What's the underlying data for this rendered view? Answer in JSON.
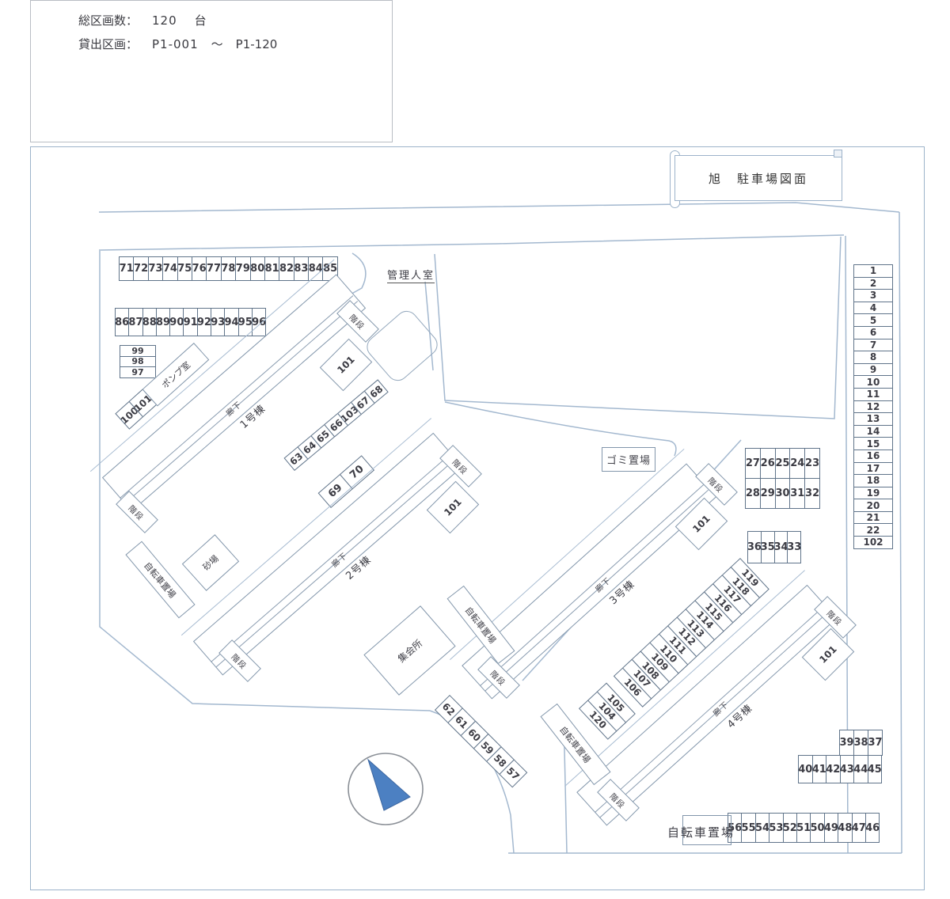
{
  "info": {
    "total_label": "総区画数：",
    "total_value": "120",
    "total_unit": "台",
    "range_label": "貸出区画：",
    "range_from": "P1-001",
    "range_tilde": "～",
    "range_to": "P1-120"
  },
  "banner": {
    "title": "旭　駐車場図面"
  },
  "labels": {
    "manager_room": "管理人室",
    "pump_room": "ポンプ室",
    "garbage": "ゴミ置場",
    "sandbox": "砂場",
    "meeting_hall": "集会所",
    "bicycle": "自転車置場",
    "corridor": "廊下",
    "stairs": "階段",
    "unit101": "101"
  },
  "buildings": [
    {
      "name": "1号棟"
    },
    {
      "name": "2号棟"
    },
    {
      "name": "3号棟"
    },
    {
      "name": "4号棟"
    }
  ],
  "cells": {
    "row_71_85": [
      "71",
      "72",
      "73",
      "74",
      "75",
      "76",
      "77",
      "78",
      "79",
      "80",
      "81",
      "82",
      "83",
      "84",
      "85"
    ],
    "row_86_96": [
      "86",
      "87",
      "88",
      "89",
      "90",
      "91",
      "92",
      "93",
      "94",
      "95",
      "96"
    ],
    "stack_99_97": [
      "99",
      "98",
      "97"
    ],
    "pump_cells": [
      "100",
      "101"
    ],
    "right_col": [
      "1",
      "2",
      "3",
      "4",
      "5",
      "6",
      "7",
      "8",
      "9",
      "10",
      "11",
      "12",
      "13",
      "14",
      "15",
      "16",
      "17",
      "18",
      "19",
      "20",
      "21",
      "22",
      "102"
    ],
    "diag_63_68": [
      "63",
      "64",
      "65",
      "66",
      "103",
      "67",
      "68"
    ],
    "diag_69_70": [
      "69",
      "70"
    ],
    "grid_27_23": [
      "27",
      "26",
      "25",
      "24",
      "23"
    ],
    "grid_28_32": [
      "28",
      "29",
      "30",
      "31",
      "32"
    ],
    "row_36_33": [
      "36",
      "35",
      "34",
      "33"
    ],
    "chain_119_120": [
      "119",
      "118",
      "117",
      "116",
      "115",
      "114",
      "113",
      "112",
      "111",
      "110",
      "109",
      "108",
      "107",
      "106",
      "105",
      "104",
      "120"
    ],
    "diag_62_57": [
      "62",
      "61",
      "60",
      "59",
      "58",
      "57"
    ],
    "row_39_37": [
      "39",
      "38",
      "37"
    ],
    "row_40_45": [
      "40",
      "41",
      "42",
      "43",
      "44",
      "45"
    ],
    "row_56_46": [
      "56",
      "55",
      "54",
      "53",
      "52",
      "51",
      "50",
      "49",
      "48",
      "47",
      "46"
    ]
  }
}
